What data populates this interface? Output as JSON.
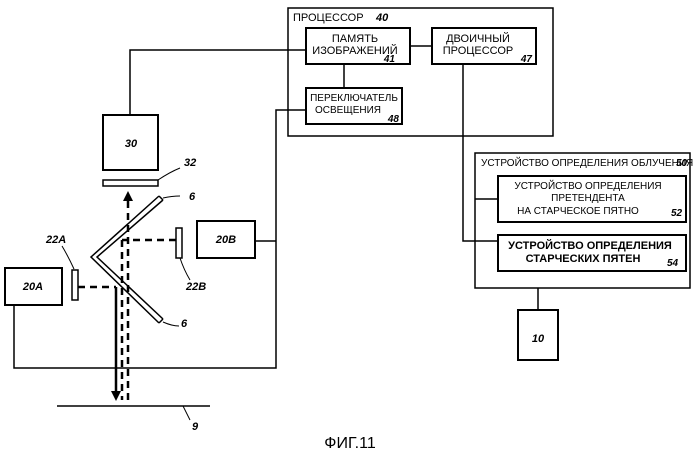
{
  "figure": {
    "caption": "ФИГ.11"
  },
  "processor": {
    "label": "ПРОЦЕССОР",
    "num": "40"
  },
  "image_memory": {
    "line1": "ПАМЯТЬ",
    "line2": "ИЗОБРАЖЕНИЙ",
    "num": "41"
  },
  "binary_processor": {
    "line1": "ДВОИЧНЫЙ",
    "line2": "ПРОЦЕССОР",
    "num": "47"
  },
  "illum_switch": {
    "line1": "ПЕРЕКЛЮЧАТЕЛЬ",
    "line2": "ОСВЕЩЕНИЯ",
    "num": "48"
  },
  "irradiation_device": {
    "label": "УСТРОЙСТВО ОПРЕДЕЛЕНИЯ ОБЛУЧЕНИЯ",
    "num": "50"
  },
  "candidate_device": {
    "line1": "УСТРОЙСТВО ОПРЕДЕЛЕНИЯ",
    "line2": "ПРЕТЕНДЕНТА",
    "line3": "НА СТАРЧЕСКОЕ ПЯТНО",
    "num": "52"
  },
  "age_spot_device": {
    "line1": "УСТРОЙСТВО ОПРЕДЕЛЕНИЯ",
    "line2": "СТАРЧЕСКИХ ПЯТЕН",
    "num": "54"
  },
  "camera": {
    "num": "30"
  },
  "filter_32": {
    "num": "32"
  },
  "light_20a": {
    "num": "20A"
  },
  "light_20b": {
    "num": "20B"
  },
  "filter_22a": {
    "num": "22A"
  },
  "filter_22b": {
    "num": "22B"
  },
  "mirror_top": {
    "num": "6"
  },
  "mirror_bottom": {
    "num": "6"
  },
  "output_10": {
    "num": "10"
  },
  "surface_9": {
    "num": "9"
  }
}
